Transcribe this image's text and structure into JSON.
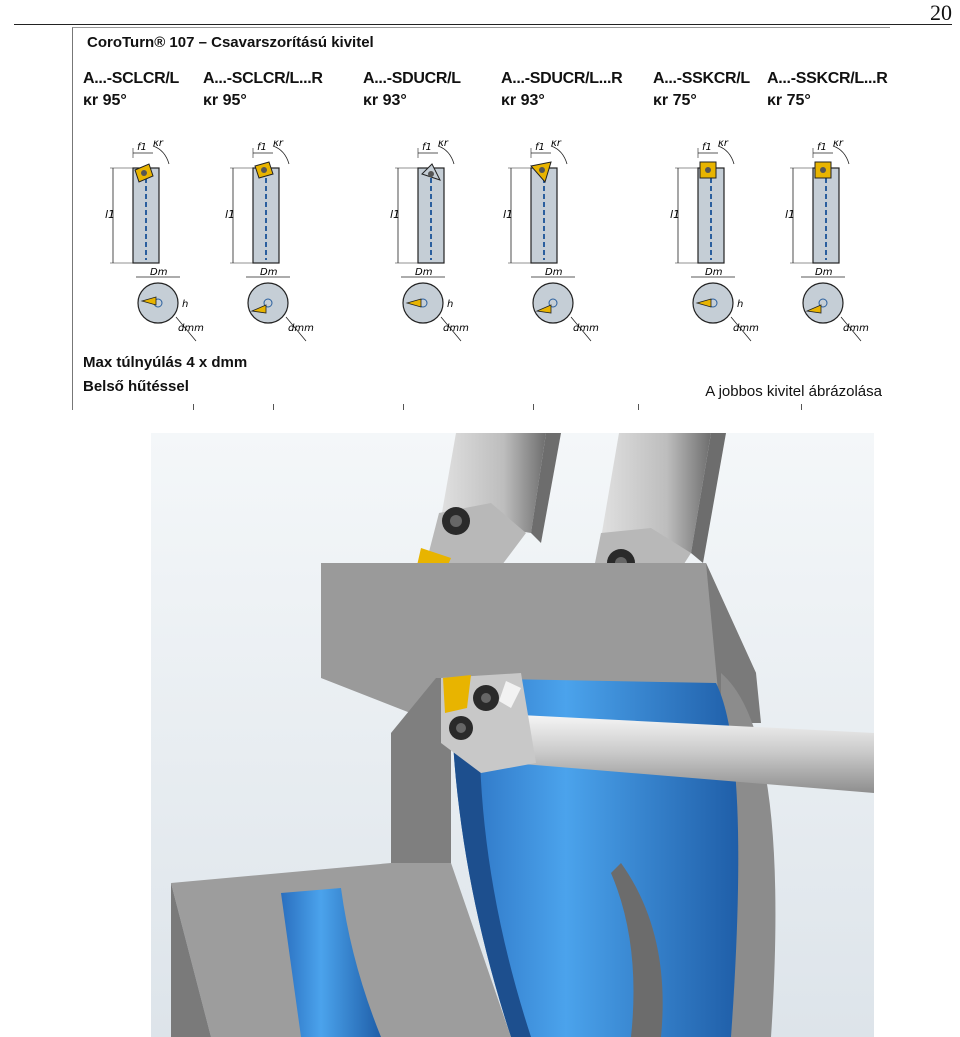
{
  "page_number": "20",
  "catalog": {
    "title": "CoroTurn® 107 – Csavarszorítású kivitel",
    "variants": [
      {
        "name": "A...-SCLCR/L",
        "angle": "κr 95°"
      },
      {
        "name": "A...-SCLCR/L...R",
        "angle": "κr 95°"
      },
      {
        "name": "A...-SDUCR/L",
        "angle": "κr 93°"
      },
      {
        "name": "A...-SDUCR/L...R",
        "angle": "κr 93°"
      },
      {
        "name": "A...-SSKCR/L",
        "angle": "κr 75°"
      },
      {
        "name": "A...-SSKCR/L...R",
        "angle": "κr 75°"
      }
    ],
    "dim_labels": {
      "kr": "κr",
      "f1": "f1",
      "l1": "l1",
      "Dm": "Dm",
      "h": "h",
      "dmm": "dmm"
    },
    "footnote_1": "Max túlnyúlás 4 x dmm",
    "footnote_2": "Belső hűtéssel",
    "caption": "A jobbos kivitel ábrázolása"
  },
  "colors": {
    "insert": "#e8b400",
    "holder": "#c5ced6",
    "workpiece": "#8a8a8a",
    "bore": "#3d8fd8",
    "background": "#e8eef2"
  },
  "icons": [
    "tool-holder-side-view",
    "tool-holder-end-view",
    "boring-render"
  ]
}
